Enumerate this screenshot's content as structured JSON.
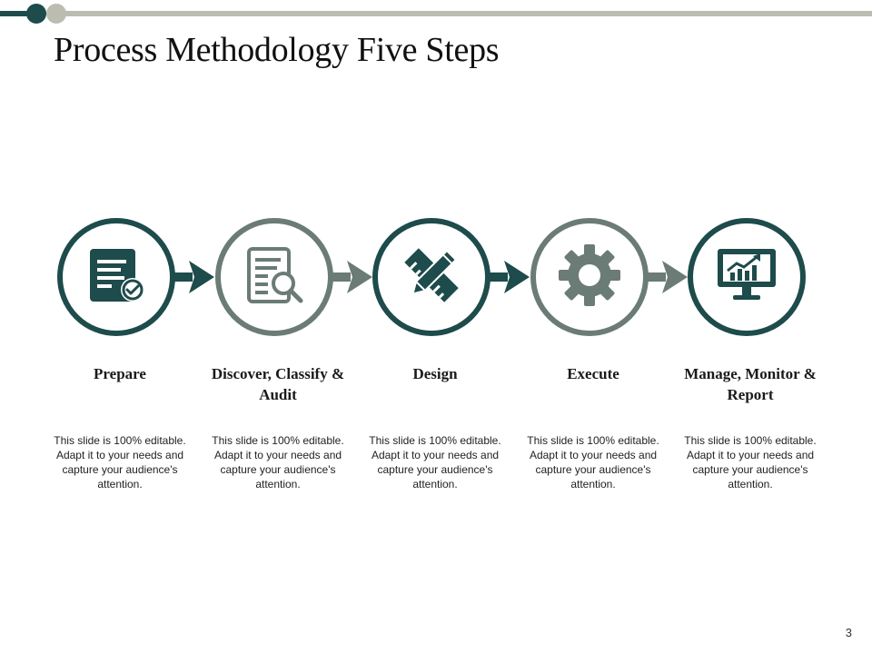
{
  "slide": {
    "title": "Process Methodology Five Steps",
    "page_number": "3"
  },
  "colors": {
    "dark_teal": "#1e4b4b",
    "grey": "#6b7b76",
    "bar_grey": "#bcbcb0"
  },
  "steps": [
    {
      "label": "Prepare",
      "description": "This slide is 100% editable. Adapt it to your needs and capture your audience's attention.",
      "icon": "document-check-icon"
    },
    {
      "label": "Discover, Classify & Audit",
      "description": "This slide is 100% editable. Adapt it to your needs and capture your audience's attention.",
      "icon": "document-search-icon"
    },
    {
      "label": "Design",
      "description": "This slide is 100% editable. Adapt it to your needs and capture your audience's attention.",
      "icon": "pencil-ruler-icon"
    },
    {
      "label": "Execute",
      "description": "This slide is 100% editable. Adapt it to your needs and capture your audience's attention.",
      "icon": "gear-icon"
    },
    {
      "label": "Manage, Monitor & Report",
      "description": "This slide is 100% editable. Adapt it to your needs and capture your audience's attention.",
      "icon": "monitor-chart-icon"
    }
  ]
}
